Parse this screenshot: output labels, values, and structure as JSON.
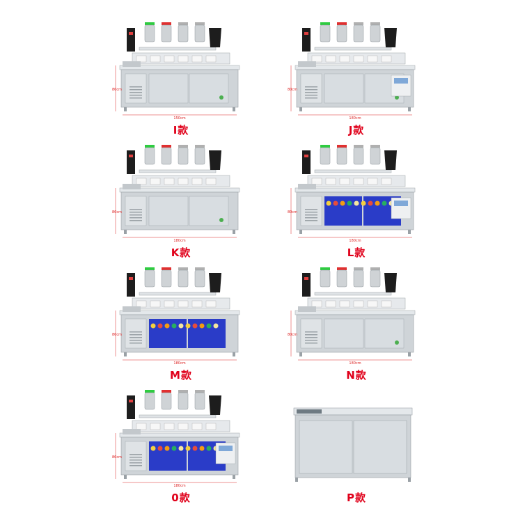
{
  "colors": {
    "label_red": "#e0001a",
    "steel": "#cfd4d8",
    "steel_dark": "#9aa1a6",
    "glass_blue": "#2a3cc8"
  },
  "models": [
    {
      "id": "I",
      "label": "I款",
      "width_dim": "150cm",
      "height_dim": "80cm",
      "fridge": "doors"
    },
    {
      "id": "J",
      "label": "J款",
      "width_dim": "180cm",
      "height_dim": "80cm",
      "fridge": "doors-ice"
    },
    {
      "id": "K",
      "label": "K款",
      "width_dim": "180cm",
      "height_dim": "80cm",
      "fridge": "doors"
    },
    {
      "id": "L",
      "label": "L款",
      "width_dim": "180cm",
      "height_dim": "80cm",
      "fridge": "glass-ice"
    },
    {
      "id": "M",
      "label": "M款",
      "width_dim": "180cm",
      "height_dim": "80cm",
      "fridge": "glass"
    },
    {
      "id": "N",
      "label": "N款",
      "width_dim": "180cm",
      "height_dim": "80cm",
      "fridge": "doors"
    },
    {
      "id": "O",
      "label": "0款",
      "width_dim": "180cm",
      "height_dim": "80cm",
      "fridge": "glass-ice"
    },
    {
      "id": "P",
      "label": "P款",
      "width_dim": "",
      "height_dim": "",
      "fridge": "plain"
    }
  ]
}
